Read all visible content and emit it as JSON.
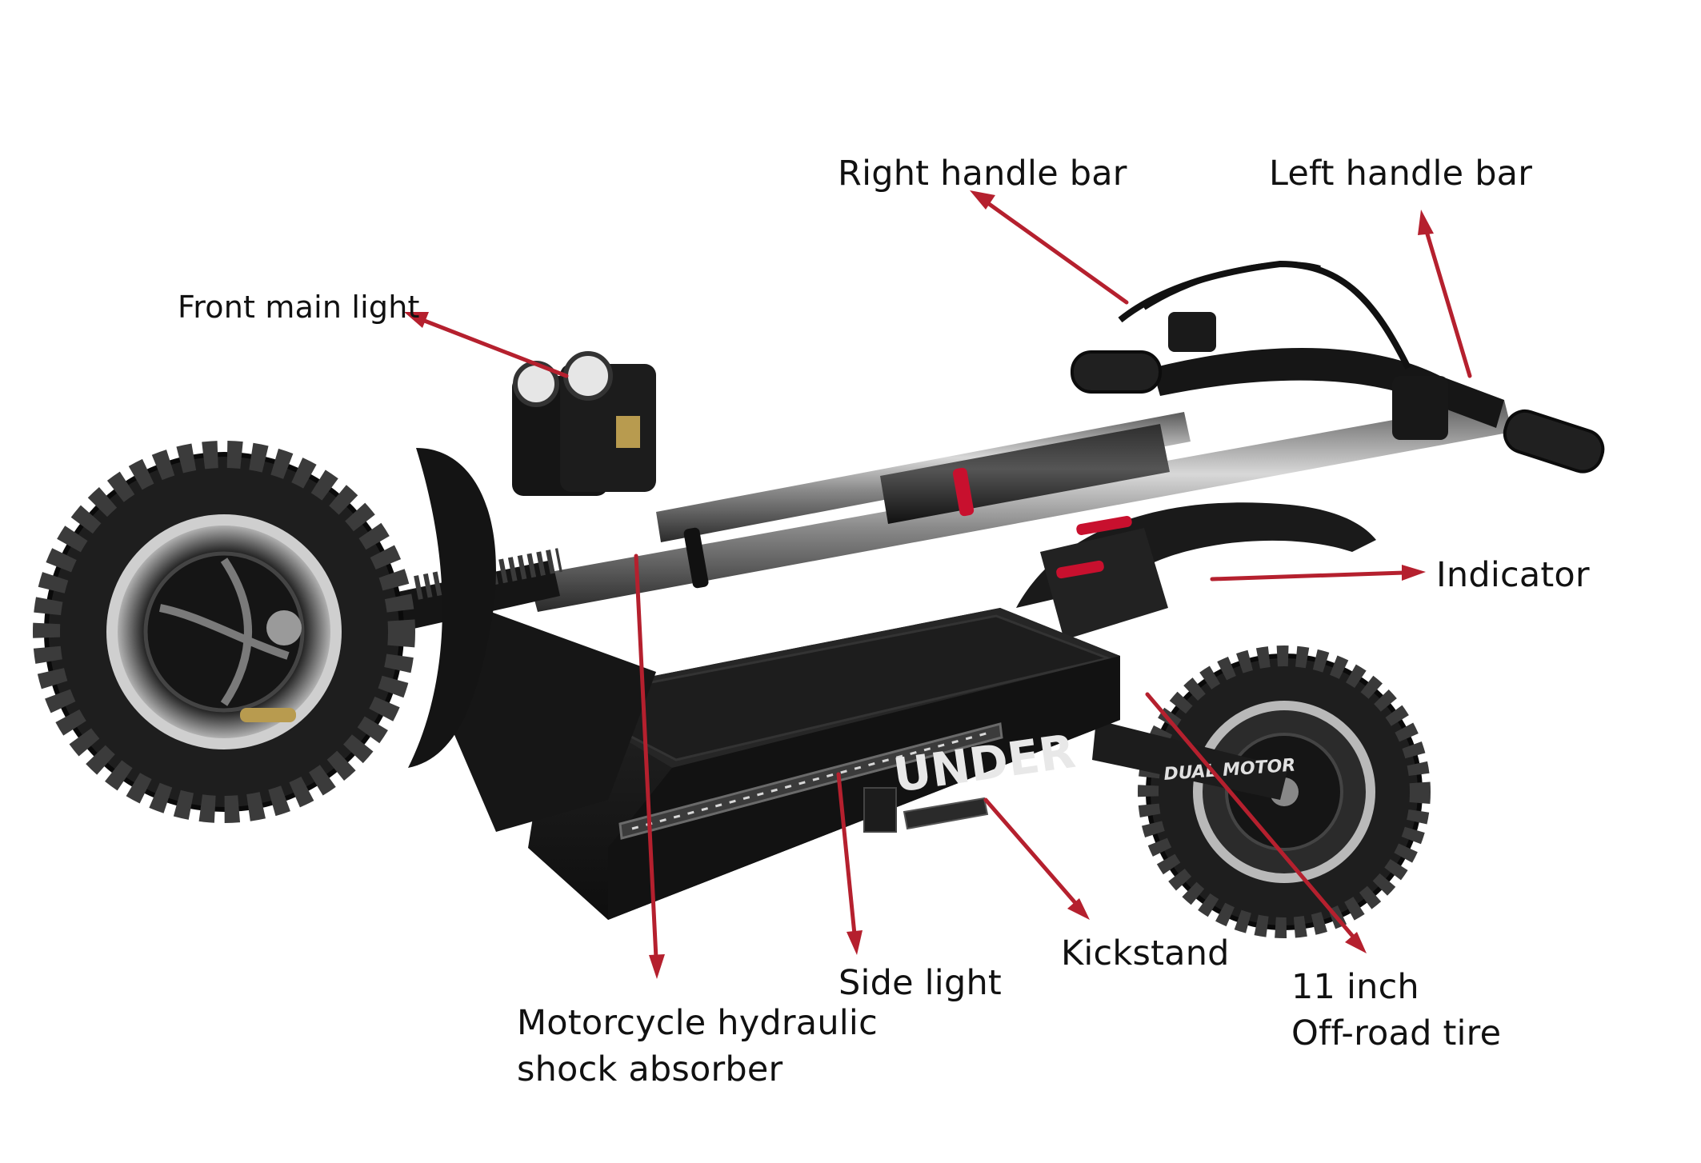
{
  "colors": {
    "arrow": "#b5202e",
    "label": "#111111",
    "background": "#ffffff",
    "scooter_body": "#1b1b1b",
    "scooter_metal": "#9a9a9a",
    "accent_red": "#c8102e"
  },
  "deck_brand": "UNDER",
  "motor_badge": "DUAL MOTOR",
  "labels": {
    "right_handle_bar": "Right handle bar",
    "left_handle_bar": "Left handle bar",
    "front_main_light": "Front main light",
    "indicator": "Indicator",
    "shock_absorber_line1": "Motorcycle hydraulic",
    "shock_absorber_line2": "shock absorber",
    "side_light": "Side light",
    "kickstand": "Kickstand",
    "tire_line1": "11 inch",
    "tire_line2": "Off-road tire"
  }
}
